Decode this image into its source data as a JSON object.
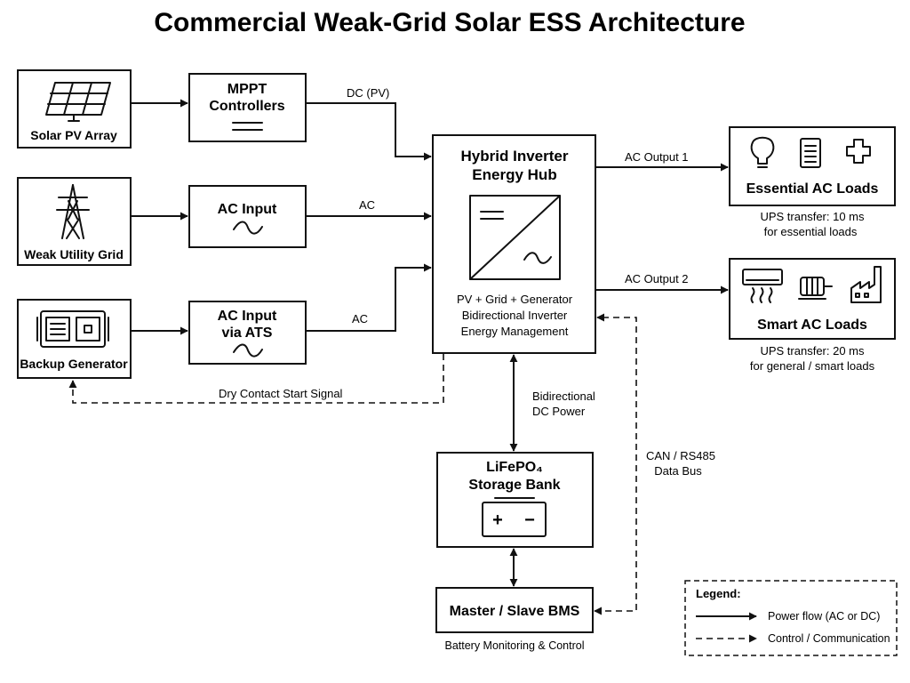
{
  "title": "Commercial Weak-Grid Solar ESS Architecture",
  "sources": {
    "solar": "Solar PV Array",
    "grid": "Weak Utility Grid",
    "generator": "Backup Generator"
  },
  "inputs": {
    "mppt": [
      "MPPT",
      "Controllers"
    ],
    "ac_input": "AC Input",
    "ats": [
      "AC Input",
      "via ATS"
    ]
  },
  "line_labels": {
    "dc_pv": "DC (PV)",
    "ac_1": "AC",
    "ac_2": "AC",
    "ac_output_1": "AC Output 1",
    "ac_output_2": "AC Output 2",
    "dry_contact": "Dry Contact Start Signal",
    "bidirectional": [
      "Bidirectional",
      "DC Power"
    ],
    "can_bus": [
      "CAN / RS485",
      "Data Bus"
    ]
  },
  "hub": {
    "title": [
      "Hybrid Inverter",
      "Energy Hub"
    ],
    "desc": [
      "PV + Grid + Generator",
      "Bidirectional Inverter",
      "Energy Management"
    ]
  },
  "loads": {
    "essential": {
      "title": "Essential AC Loads",
      "note": [
        "UPS transfer: 10 ms",
        "for essential loads"
      ]
    },
    "smart": {
      "title": "Smart AC Loads",
      "note": [
        "UPS transfer: 20 ms",
        "for general / smart loads"
      ]
    }
  },
  "storage": {
    "title": [
      "LiFePO₄",
      "Storage Bank"
    ],
    "plus": "+",
    "minus": "−"
  },
  "bms": {
    "title": "Master / Slave BMS",
    "note": "Battery Monitoring & Control"
  },
  "legend": {
    "title": "Legend:",
    "power": "Power flow (AC or DC)",
    "control": "Control / Communication"
  },
  "icons": [
    "solar-panel-icon",
    "transmission-tower-icon",
    "generator-icon",
    "dc-symbol-icon",
    "ac-wave-icon",
    "inverter-symbol-icon",
    "light-bulb-icon",
    "document-icon",
    "medical-cross-icon",
    "air-conditioner-icon",
    "motor-icon",
    "factory-icon",
    "battery-icon"
  ]
}
